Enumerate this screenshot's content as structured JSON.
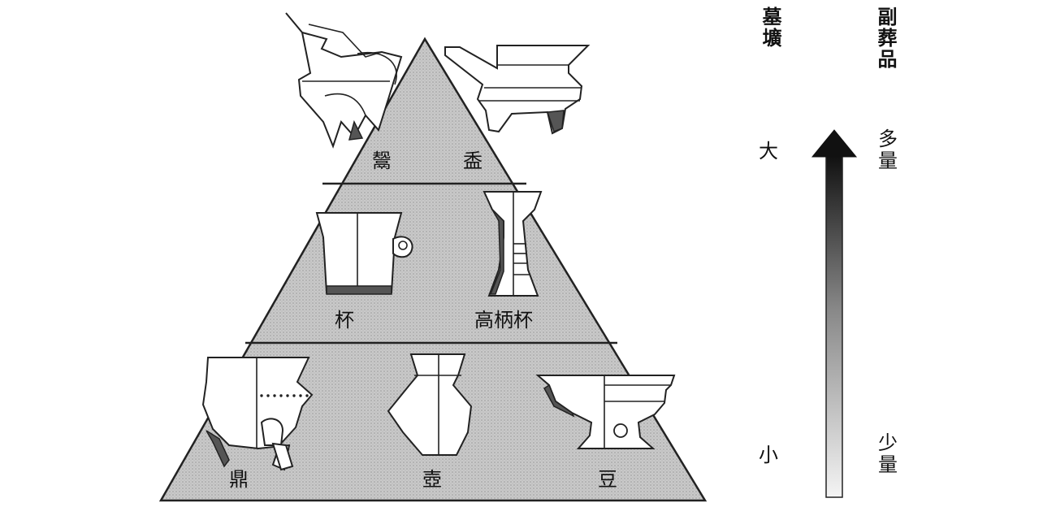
{
  "axis_titles": {
    "tomb": "墓壙",
    "goods": "副葬品"
  },
  "scale": {
    "tomb_large": "大",
    "tomb_small": "小",
    "goods_many": "多量",
    "goods_few": "少量"
  },
  "tiers": {
    "top": {
      "left": "鬶",
      "right": "盉"
    },
    "middle": {
      "left": "杯",
      "right": "高柄杯"
    },
    "bottom": {
      "left": "鼎",
      "center": "壺",
      "right": "豆"
    }
  }
}
